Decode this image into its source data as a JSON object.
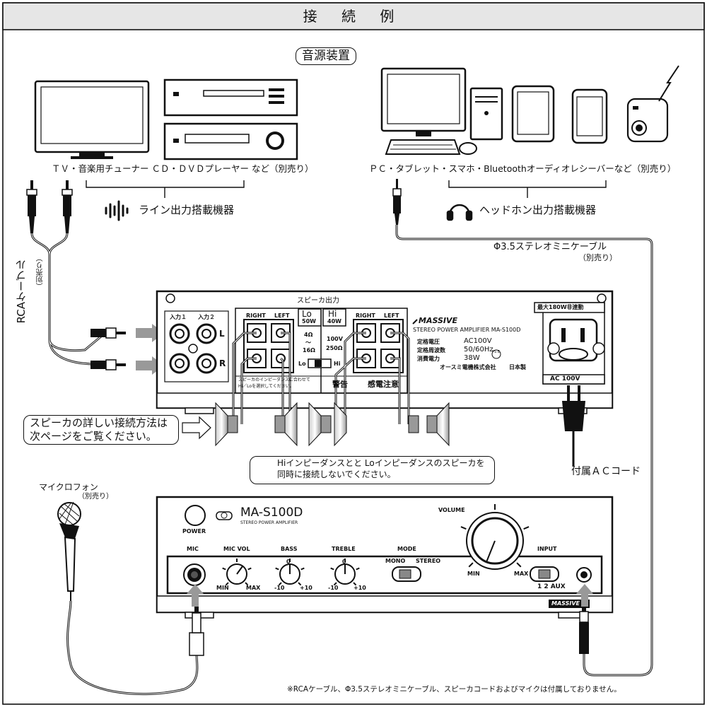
{
  "title": "接 続 例",
  "source_label": "音源装置",
  "left_devices_caption": "ＴＶ・音楽用チューナー ＣＤ・ＤＶＤプレーヤー など（別売り）",
  "right_devices_caption": "ＰＣ・タブレット・スマホ・Bluetoothオーディオレシーバーなど（別売り）",
  "line_out_label": "ライン出力搭載機器",
  "headphone_out_label": "ヘッドホン出力搭載機器",
  "rca_cable_label": "RCAケーブル",
  "rca_cable_note": "（別売り）",
  "mini_cable_label": "Φ3.5ステレオミニケーブル",
  "mini_cable_note": "（別売り）",
  "rear_panel": {
    "speaker_output": "スピーカ出力",
    "input1": "入力１",
    "input2": "入力２",
    "ch_l": "L",
    "ch_r": "R",
    "right": "RIGHT",
    "left": "LEFT",
    "right2": "RIGHT",
    "left2": "LEFT",
    "lo_label": "Lo",
    "lo_watt": "50W",
    "hi_label": "Hi",
    "hi_watt": "40W",
    "lo_imp1": "4Ω",
    "lo_imp2": "〜",
    "lo_imp3": "16Ω",
    "hi_volt": "100V",
    "hi_imp": "250Ω",
    "lo_sel": "Lo",
    "hi_sel": "Hi",
    "lo_hi_caution1": "スピーカのインピーダンスに合わせて",
    "lo_hi_caution2": "Hi／Loを選択してください。",
    "warning": "警告",
    "shock_warning": "感電注意",
    "brand": "MASSIVE",
    "model_line": "STEREO POWER AMPLIFIER MA-S100D",
    "spec_voltage_label": "定格電圧",
    "spec_voltage": "AC100V",
    "spec_freq_label": "定格周波数",
    "spec_freq": "50/60Hz",
    "spec_power_label": "消費電力",
    "spec_power": "38W",
    "maker": "オースミ電機株式会社",
    "made_in": "日本製",
    "pse": "PS E",
    "max_outlet": "最大180W非連動",
    "ac_label": "AC 100V"
  },
  "speaker_note_line1": "スピーカの詳しい接続方法は",
  "speaker_note_line2": "次ページをご覧ください。",
  "impedance_warning_line1": "Hiインピーダンスとと Loインピーダンスのスピーカを",
  "impedance_warning_line2": "同時に接続しないでください。",
  "ac_cord_label": "付属ＡＣコード",
  "mic_label": "マイクロフォン",
  "mic_note": "（別売り）",
  "front_panel": {
    "power": "POWER",
    "model": "MA-S100D",
    "subtitle": "STEREO POWER AMPLIFIER",
    "volume": "VOLUME",
    "mic": "MIC",
    "mic_vol": "MIC VOL",
    "bass": "BASS",
    "treble": "TREBLE",
    "mode": "MODE",
    "mono": "MONO",
    "stereo": "STEREO",
    "input": "INPUT",
    "min": "MIN",
    "max": "MAX",
    "minus10": "-10",
    "zero": "0",
    "plus10": "+10",
    "input_sel": "1  2  AUX",
    "brand": "MASSIVE"
  },
  "footnote": "※RCAケーブル、Φ3.5ステレオミニケーブル、スピーカコードおよびマイクは付属しておりません。"
}
